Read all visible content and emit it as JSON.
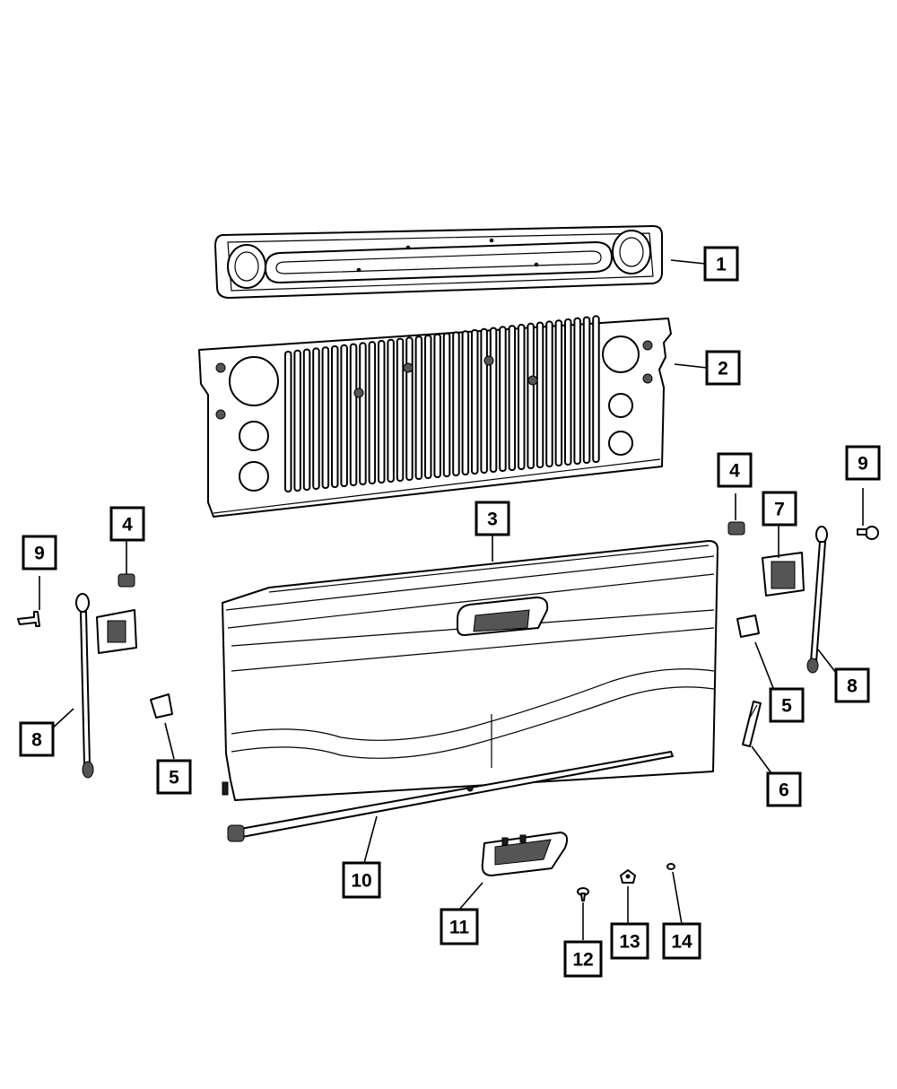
{
  "diagram": {
    "callouts": [
      "1",
      "2",
      "3",
      "4",
      "4",
      "5",
      "5",
      "6",
      "7",
      "8",
      "8",
      "9",
      "9",
      "10",
      "11",
      "12",
      "13",
      "14"
    ]
  }
}
